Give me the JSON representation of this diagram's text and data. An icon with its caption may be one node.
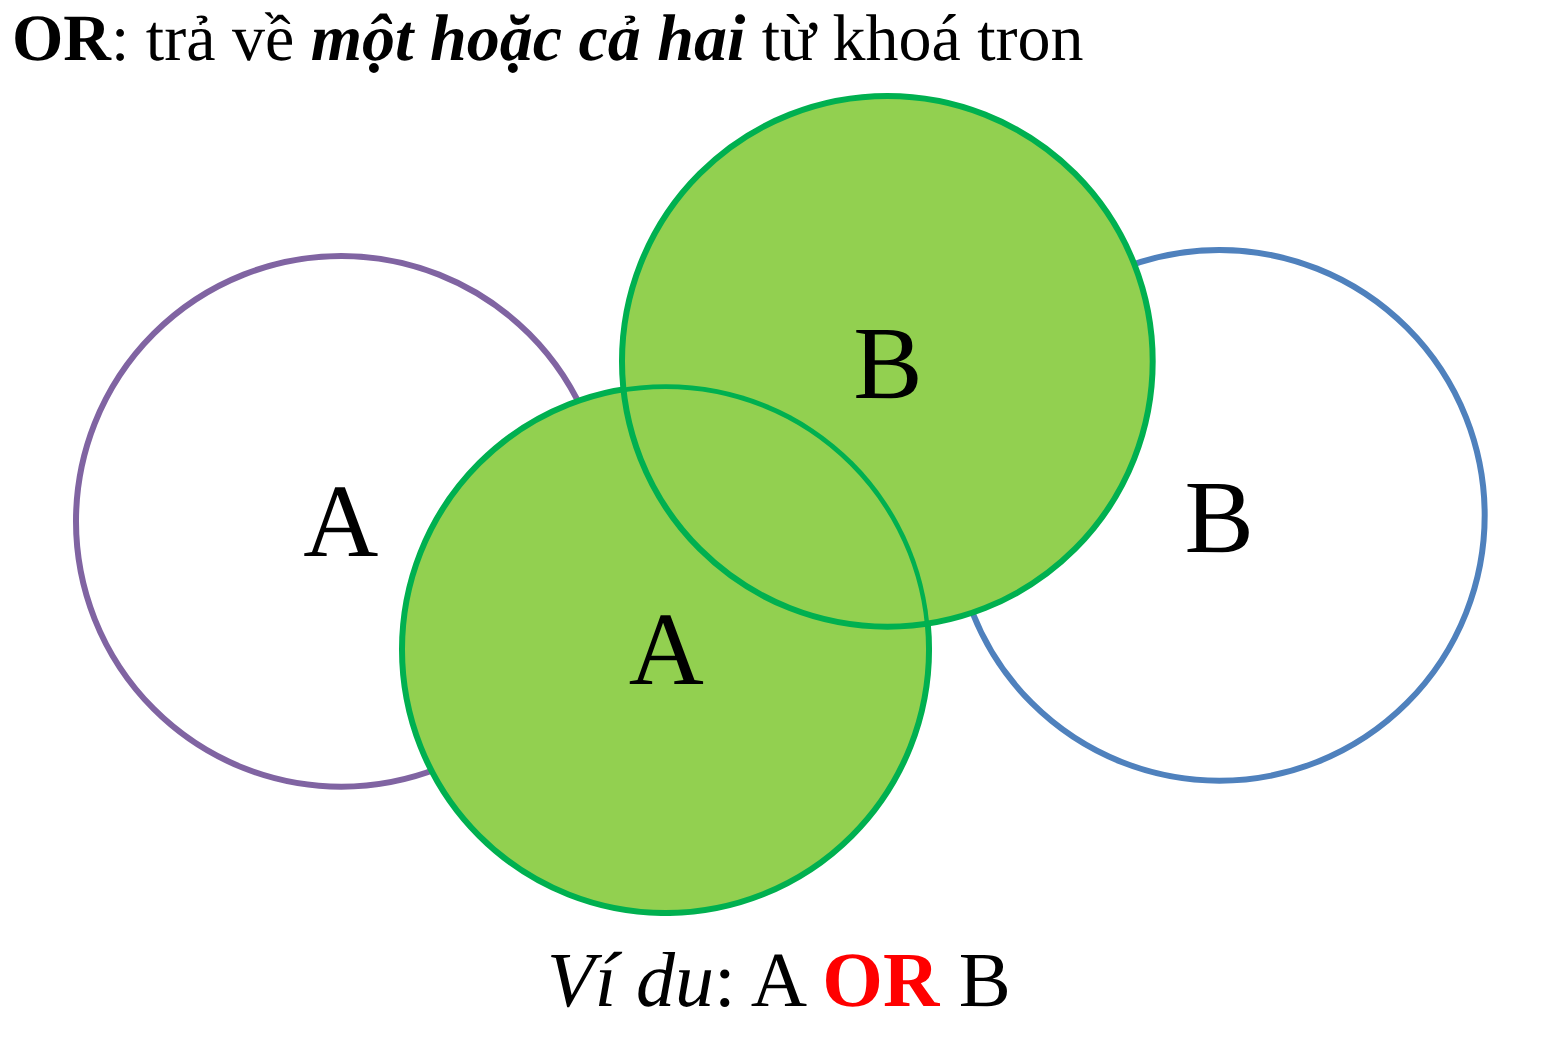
{
  "diagram": {
    "title": "**OR**: trả về **một hoặc cả hai** từ khoá tron",
    "caption": "*Ví du*: A **OR** B",
    "nodes": [
      {
        "text": [
          "A"
        ]
      },
      {
        "text": [
          "A"
        ]
      },
      {
        "text": [
          "B"
        ]
      },
      {
        "text": [
          "B"
        ]
      }
    ],
    "edges": []
  }
}
